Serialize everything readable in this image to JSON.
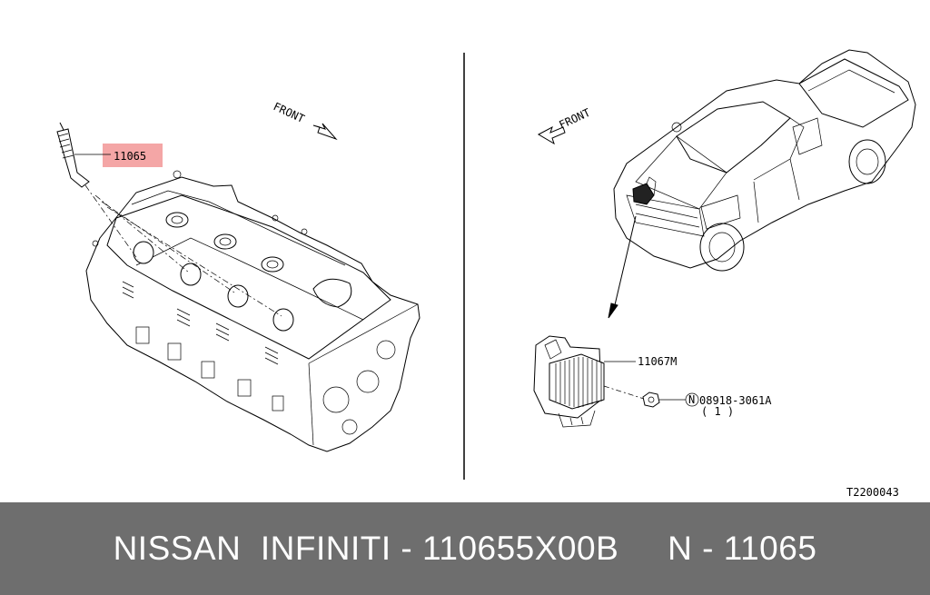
{
  "diagram": {
    "left": {
      "front_label": "FRONT",
      "part_label": "11065",
      "highlight_color": "#f4a6a6"
    },
    "right": {
      "front_label": "FRONT",
      "module_label": "11067M",
      "nut_symbol": "N",
      "nut_label": "08918-3061A",
      "nut_qty": "( 1 )"
    },
    "figure_code": "T2200043"
  },
  "footer": {
    "text": "NISSAN  INFINITI - 110655X00B     N - 11065",
    "background": "#6e6e6e"
  }
}
